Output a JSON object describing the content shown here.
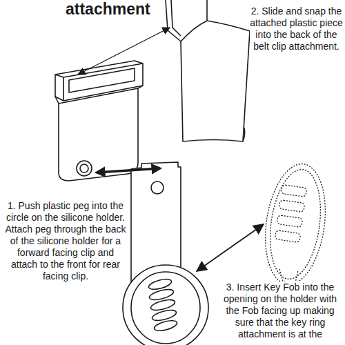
{
  "diagram": {
    "title": "attachment",
    "labels": [
      "2. Slide and snap the attached plastic piece into the back of the belt clip attachment.",
      "1. Push plastic peg into the circle on the silicone holder. Attach peg through the back of the silicone holder for a forward facing clip and attach to the front for rear facing clip.",
      "3. Insert Key Fob into the opening on the holder with the Fob facing up making sure that the key ring attachment is at the"
    ]
  }
}
